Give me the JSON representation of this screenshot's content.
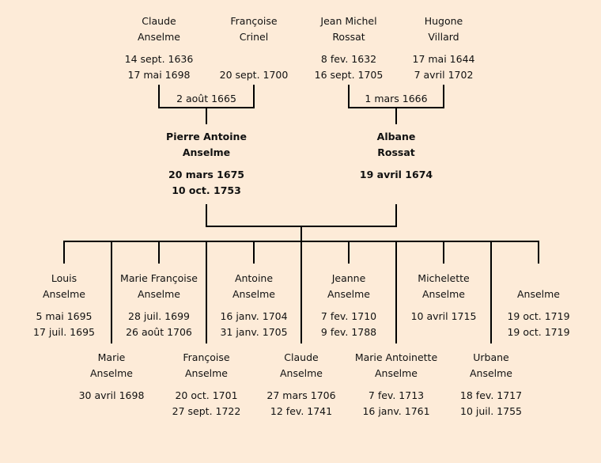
{
  "ancestors": [
    {
      "first": "Claude",
      "last": "Anselme",
      "birth": "14 sept. 1636",
      "death": "17 mai 1698"
    },
    {
      "first": "Françoise",
      "last": "Crinel",
      "birth": "",
      "death": "20 sept. 1700"
    },
    {
      "first": "Jean Michel",
      "last": "Rossat",
      "birth": "8 fev. 1632",
      "death": "16 sept. 1705"
    },
    {
      "first": "Hugone",
      "last": "Villard",
      "birth": "17 mai 1644",
      "death": "7 avril 1702"
    }
  ],
  "marriages": [
    "2 août 1665",
    "1 mars 1666"
  ],
  "parents": [
    {
      "first": "Pierre Antoine",
      "last": "Anselme",
      "birth": "20 mars 1675",
      "death": "10 oct. 1753"
    },
    {
      "first": "Albane",
      "last": "Rossat",
      "birth": "19 avril 1674",
      "death": ""
    }
  ],
  "children_top": [
    {
      "first": "Louis",
      "last": "Anselme",
      "birth": "5 mai 1695",
      "death": "17 juil. 1695"
    },
    {
      "first": "Marie Françoise",
      "last": "Anselme",
      "birth": "28 juil. 1699",
      "death": "26 août 1706"
    },
    {
      "first": "Antoine",
      "last": "Anselme",
      "birth": "16 janv. 1704",
      "death": "31 janv. 1705"
    },
    {
      "first": "Jeanne",
      "last": "Anselme",
      "birth": "7 fev. 1710",
      "death": "9 fev. 1788"
    },
    {
      "first": "Michelette",
      "last": "Anselme",
      "birth": "10 avril 1715",
      "death": ""
    },
    {
      "first": "",
      "last": "Anselme",
      "birth": "19 oct. 1719",
      "death": "19 oct. 1719"
    }
  ],
  "children_bottom": [
    {
      "first": "Marie",
      "last": "Anselme",
      "birth": "30 avril 1698",
      "death": ""
    },
    {
      "first": "Françoise",
      "last": "Anselme",
      "birth": "20 oct. 1701",
      "death": "27 sept. 1722"
    },
    {
      "first": "Claude",
      "last": "Anselme",
      "birth": "27 mars 1706",
      "death": "12 fev. 1741"
    },
    {
      "first": "Marie Antoinette",
      "last": "Anselme",
      "birth": "7 fev. 1713",
      "death": "16 janv. 1761"
    },
    {
      "first": "Urbane",
      "last": "Anselme",
      "birth": "18 fev. 1717",
      "death": "10 juil. 1755"
    }
  ]
}
